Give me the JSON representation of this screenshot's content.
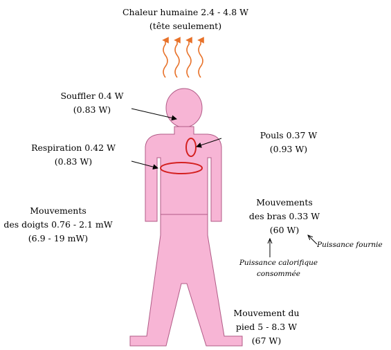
{
  "colors": {
    "body_fill": "#f7b5d5",
    "body_stroke": "#b05a86",
    "organ_stroke": "#d42020",
    "heat_wave": "#e8722a"
  },
  "icons": {
    "heat": "heat-waves-icon",
    "heart": "heart-ellipse-icon",
    "lungs": "chest-ellipse-icon"
  },
  "labels": {
    "heat": {
      "line1": "Chaleur humaine 2.4 - 4.8 W",
      "line2": "(tête seulement)"
    },
    "breath_blow": {
      "line1": "Souffler 0.4 W",
      "line2": "(0.83 W)"
    },
    "pulse": {
      "line1": "Pouls 0.37 W",
      "line2": "(0.93 W)"
    },
    "respiration": {
      "line1": "Respiration 0.42 W",
      "line2": "(0.83 W)"
    },
    "fingers": {
      "line1": "Mouvements",
      "line2": "des doigts  0.76 - 2.1 mW",
      "line3": "(6.9 - 19 mW)"
    },
    "arms": {
      "line1": "Mouvements",
      "line2": "des bras 0.33 W",
      "line3": "(60 W)"
    },
    "feet": {
      "line1": "Mouvement du",
      "line2": "pied  5 - 8.3 W",
      "line3": "(67 W)"
    }
  },
  "notes": {
    "power_supplied": "Puissance fournie",
    "heat_consumed_line1": "Puissance calorifique",
    "heat_consumed_line2": "consommée"
  }
}
